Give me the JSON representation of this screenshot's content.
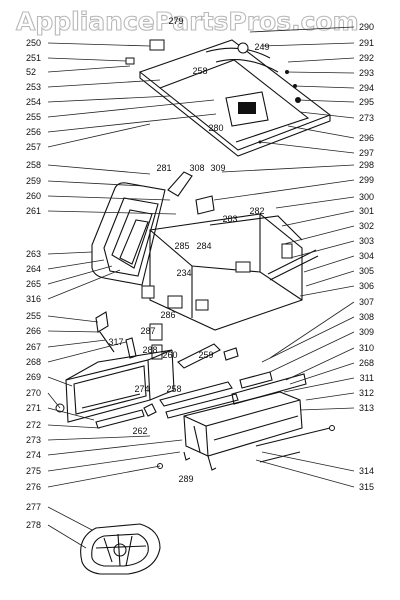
{
  "watermark": "AppliancePartsPros.com",
  "labels": {
    "left": [
      "250",
      "251",
      "52",
      "253",
      "254",
      "255",
      "256",
      "257",
      "258",
      "259",
      "260",
      "261",
      "263",
      "264",
      "265",
      "316",
      "255",
      "266",
      "267",
      "268",
      "269",
      "270",
      "271",
      "272",
      "273",
      "274",
      "275",
      "276",
      "277",
      "278"
    ],
    "right": [
      "290",
      "291",
      "292",
      "293",
      "294",
      "295",
      "273",
      "296",
      "297",
      "298",
      "299",
      "300",
      "301",
      "302",
      "303",
      "304",
      "305",
      "306",
      "307",
      "308",
      "309",
      "310",
      "268",
      "311",
      "312",
      "313",
      "314",
      "315"
    ],
    "inner": [
      "279",
      "249",
      "258",
      "280",
      "281",
      "308",
      "309",
      "283",
      "282",
      "285",
      "284",
      "234",
      "286",
      "287",
      "288",
      "317",
      "260",
      "259",
      "274",
      "258",
      "262",
      "289"
    ]
  }
}
